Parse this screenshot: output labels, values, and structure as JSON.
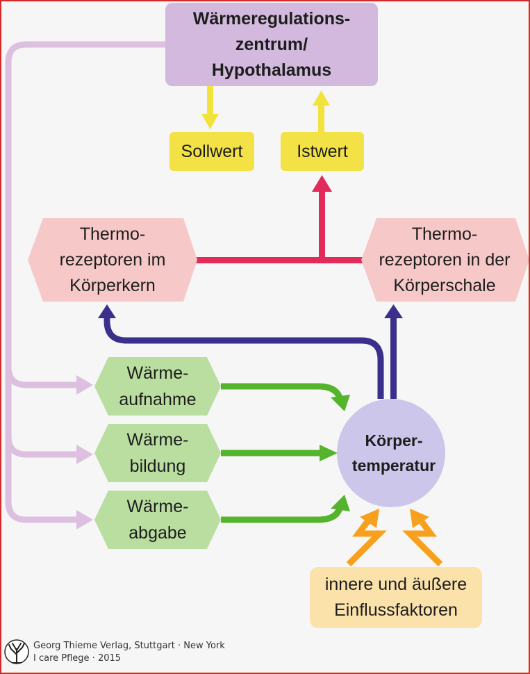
{
  "diagram": {
    "center_node": "Wärmeregulations-\nzentrum/\nHypothalamus",
    "setpoint": "Sollwert",
    "actual_value": "Istwert",
    "receptor_core": "Thermo-\nrezeptoren im\nKörperkern",
    "receptor_shell": "Thermo-\nrezeptoren in der\nKörperschale",
    "heat_intake": "Wärme-\naufnahme",
    "heat_production": "Wärme-\nbildung",
    "heat_loss": "Wärme-\nabgabe",
    "body_temperature": "Körper-\ntemperatur",
    "influences": "innere und äußere\nEinflussfaktoren"
  },
  "colors": {
    "hypothalamus": "#d2b9dd",
    "yellow": "#f3e245",
    "pink": "#f6c8c8",
    "green": "#b9dea0",
    "circle": "#cdc6eb",
    "beige": "#fbe2ab",
    "arrow_lilac": "#ddbfe0",
    "arrow_red": "#e22a5b",
    "arrow_navy": "#3b2f8c",
    "arrow_green": "#54b52c",
    "arrow_yellow": "#f1e33b",
    "arrow_orange": "#f6a01e"
  },
  "footer": {
    "publisher": "Georg Thieme Verlag, Stuttgart · New York",
    "book": "I care Pflege · 2015"
  }
}
